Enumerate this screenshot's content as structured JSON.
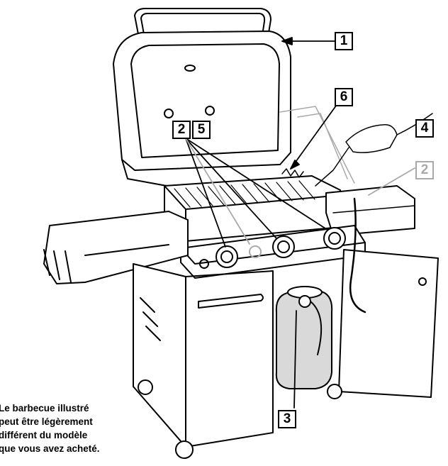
{
  "callouts": {
    "c1": "1",
    "c2": "2",
    "c5": "5",
    "c6": "6",
    "c4": "4",
    "c2_faded": "2",
    "c3": "3"
  },
  "caption": {
    "line1": "Le barbecue illustré",
    "line2": "peut être légèrement",
    "line3": "différent du modèle",
    "line4": "que vous avez acheté."
  },
  "colors": {
    "line": "#000000",
    "faded": "#a9a9a9",
    "tank": "#d9d9d9"
  }
}
